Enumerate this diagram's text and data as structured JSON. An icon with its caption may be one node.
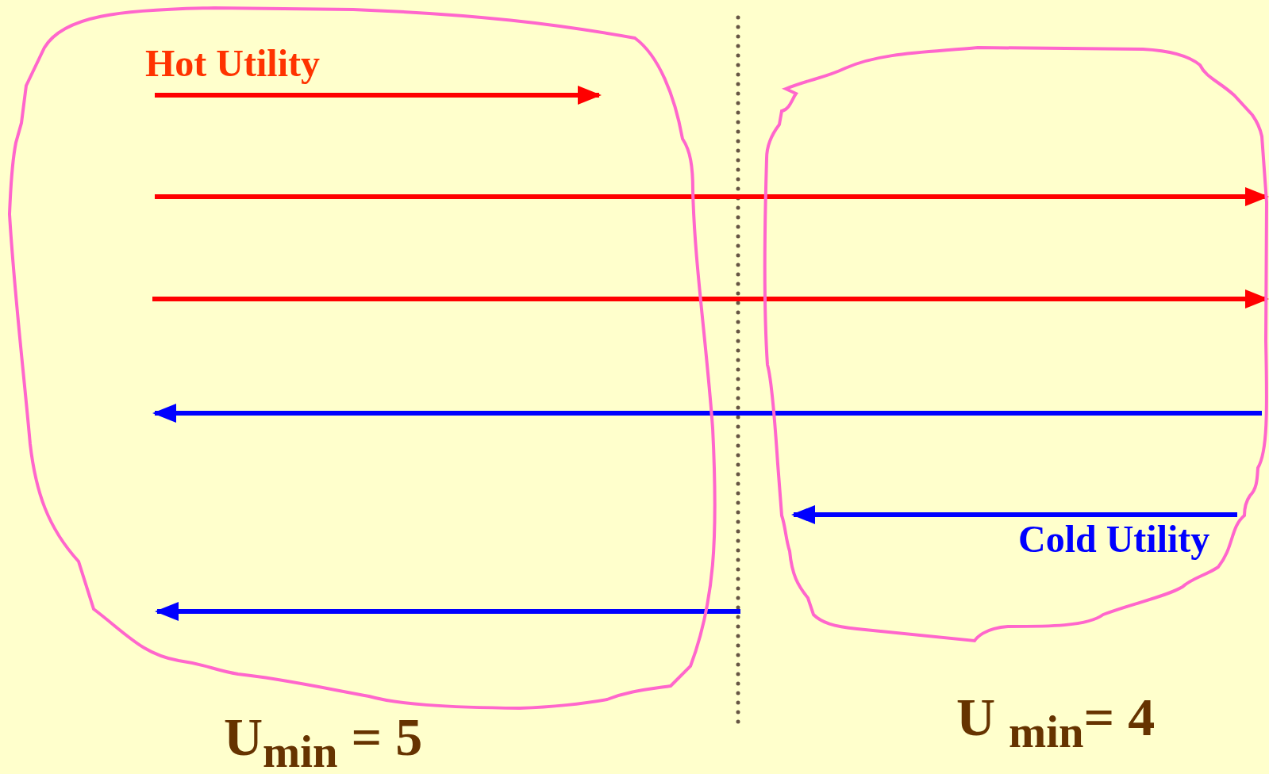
{
  "diagram": {
    "labels": [
      "Hot Utility",
      "Cold Utility",
      "U$_{min}$ = 5",
      "U $_{min}$= 4"
    ]
  }
}
